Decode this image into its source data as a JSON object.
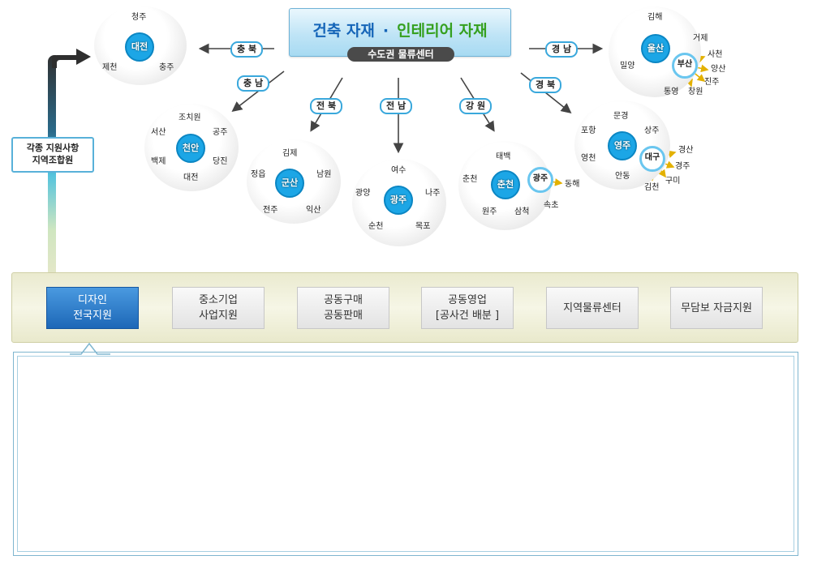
{
  "title": {
    "part1": "건축 자재",
    "separator": "·",
    "part2": "인테리어 자재",
    "subtitle": "수도권 물류센터"
  },
  "regions": {
    "chungbuk": "충 북",
    "chungnam": "충 남",
    "jeonbuk": "전 북",
    "jeonnam": "전 남",
    "gangwon": "강 원",
    "gyeongnam": "경 남",
    "gyeongbuk": "경 북"
  },
  "hubs": {
    "chungbuk": {
      "center": "대전",
      "cities": [
        "청주",
        "제천",
        "충주"
      ]
    },
    "chungnam": {
      "center": "천안",
      "cities": [
        "조치원",
        "공주",
        "서산",
        "당진",
        "백제",
        "대전"
      ]
    },
    "jeonbuk": {
      "center": "군산",
      "cities": [
        "김제",
        "남원",
        "정읍",
        "전주",
        "익산"
      ]
    },
    "jeonnam": {
      "center": "광주",
      "cities": [
        "여수",
        "광양",
        "나주",
        "순천",
        "목포"
      ]
    },
    "gangwon": {
      "center": "춘천",
      "sub": "광주",
      "cities": [
        "태백",
        "춘천",
        "원주",
        "삼척",
        "동해",
        "속초"
      ]
    },
    "gyeongnam": {
      "center": "울산",
      "sub": "부산",
      "cities": [
        "김해",
        "밀양",
        "통영",
        "창원",
        "거제",
        "사천",
        "양산",
        "진주"
      ]
    },
    "gyeongbuk": {
      "center": "영주",
      "sub": "대구",
      "cities": [
        "문경",
        "포항",
        "상주",
        "영천",
        "안동",
        "김천",
        "경산",
        "경주",
        "구미"
      ]
    }
  },
  "support": {
    "line1": "각종 지원사항",
    "line2": "지역조합원"
  },
  "tabs": [
    {
      "line1": "디자인",
      "line2": "전국지원"
    },
    {
      "line1": "중소기업",
      "line2": "사업지원"
    },
    {
      "line1": "공동구매",
      "line2": "공동판매"
    },
    {
      "line1": "공동영업",
      "line2": "[공사건 배분 ]"
    },
    {
      "line1": "지역물류센터",
      "line2": ""
    },
    {
      "line1": "무담보 자금지원",
      "line2": ""
    }
  ],
  "colors": {
    "accent_blue": "#1ca6e6",
    "title_blue": "#1565b8",
    "title_green": "#35a01f",
    "tab_active": "#1d67b7",
    "spoke_yellow": "#e3b100"
  }
}
